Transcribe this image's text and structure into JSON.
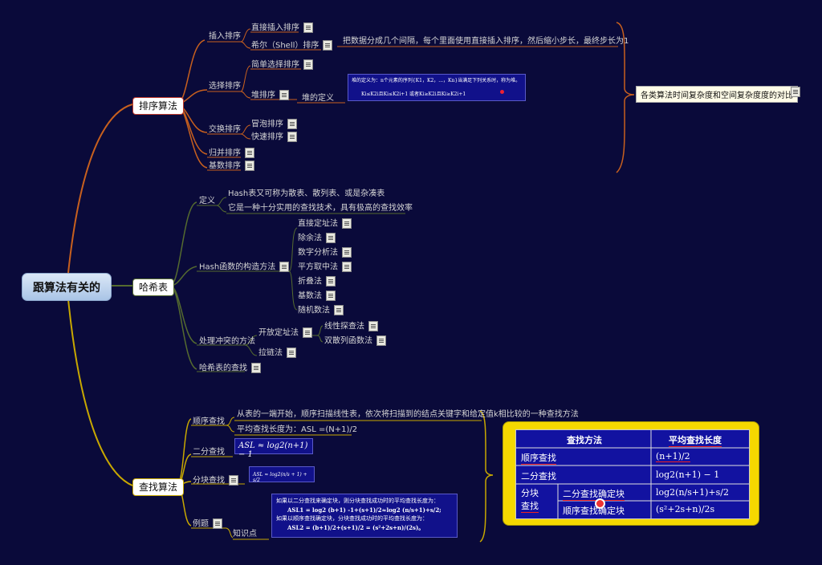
{
  "root": "跟算法有关的",
  "branches": {
    "sort": "排序算法",
    "hash": "哈希表",
    "search": "查找算法"
  },
  "sort": {
    "insert": "插入排序",
    "insert_direct": "直接插入排序",
    "insert_shell": "希尔（Shell）排序",
    "shell_desc": "把数据分成几个间隔，每个里面使用直接插入排序，然后缩小步长，最终步长为1",
    "select": "选择排序",
    "select_simple": "简单选择排序",
    "heap": "堆排序",
    "heap_def": "堆的定义",
    "heap_formula_line1": "堆的定义为：n个元素的序列{K1，K2，...，Kn}当满足下列关系时，称为堆。",
    "heap_formula_line2": "Ki≤K2i且Ki≤K2i+1 或者Ki≥K2i且Ki≥K2i+1",
    "exchange": "交换排序",
    "bubble": "冒泡排序",
    "quick": "快速排序",
    "merge": "归并排序",
    "radix": "基数排序",
    "complexity": "各类算法时间复杂度和空间复杂度度的对比"
  },
  "hash": {
    "def": "定义",
    "def1": "Hash表又可称为散表、散列表、或是杂凑表",
    "def2": "它是一种十分实用的查找技术，具有极高的查找效率",
    "construct": "Hash函数的构造方法",
    "methods": [
      "直接定址法",
      "除余法",
      "数字分析法",
      "平方取中法",
      "折叠法",
      "基数法",
      "随机数法"
    ],
    "collision": "处理冲突的方法",
    "open": "开放定址法",
    "linear": "线性探查法",
    "double": "双散列函数法",
    "chain": "拉链法",
    "lookup": "哈希表的查找"
  },
  "search": {
    "seq": "顺序查找",
    "seq1": "从表的一端开始，顺序扫描线性表，依次将扫描到的结点关键字和给定值k相比较的一种查找方法",
    "seq2": "平均查找长度为：ASL =(N+1)/2",
    "binary": "二分查找",
    "binary_formula": "ASL ≈ log2(n+1) − 1",
    "block": "分块查找",
    "block_formula": "ASL ≈ log2(n/s + 1) + s/2",
    "example": "例题",
    "key": "知识点",
    "ex1": "如果以二分查找来确定块，则分块查找成功时的平均查找长度为：",
    "ex2": "ASL1 = log2 (b+1) -1+(s+1)/2≈log2 (n/s+1)+s/2;",
    "ex3": "如果以顺序查找确定块，分块查找成功时的平均查找长度为：",
    "ex4": "ASL2 = (b+1)/2+(s+1)/2 = (s²+2s+n)/(2s)。"
  },
  "table": {
    "h1": "查找方法",
    "h2": "平均查找长度",
    "r1a": "顺序查找",
    "r1b": "(n+1)/2",
    "r2a": "二分查找",
    "r2b": "log2(n+1) − 1",
    "r3a": "分块",
    "r3a2": "查找",
    "r3b": "二分查找确定块",
    "r3c": "log2(n/s+1)+s/2",
    "r4b": "顺序查找确定块",
    "r4c": "(s²+2s+n)/2s"
  },
  "colors": {
    "background": "#0a0a3a",
    "sort_line": "#d2691e",
    "hash_line": "#556b2f",
    "search_line": "#b8a000",
    "table_frame": "#f5d800"
  }
}
